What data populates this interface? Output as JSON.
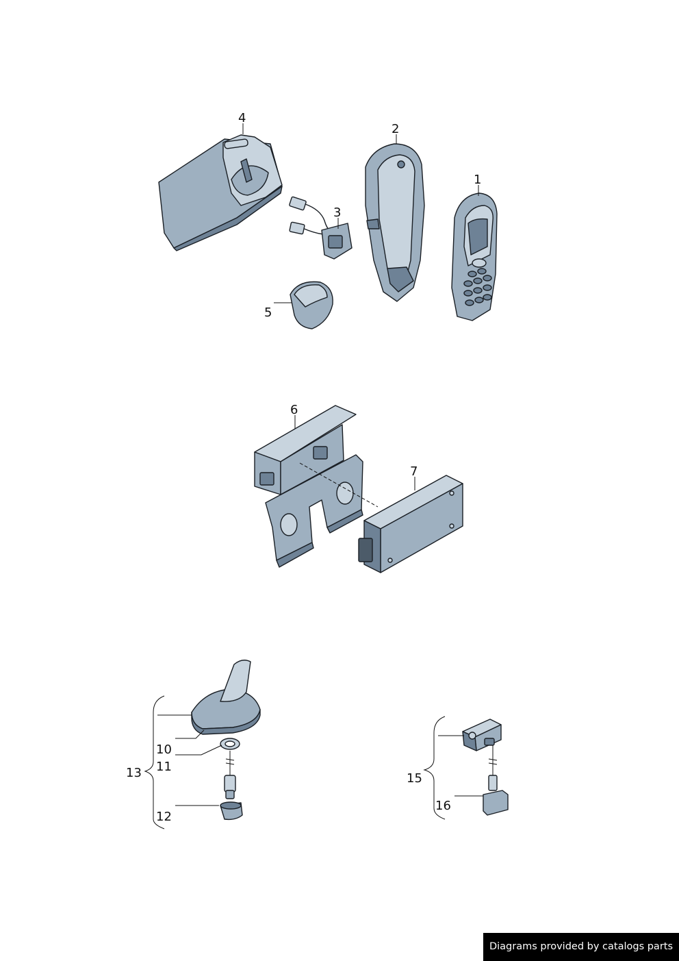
{
  "callouts": {
    "c1": "1",
    "c2": "2",
    "c3": "3",
    "c4": "4",
    "c5": "5",
    "c6": "6",
    "c7": "7",
    "c10": "10",
    "c11": "11",
    "c12": "12",
    "c13": "13",
    "c15": "15",
    "c16": "16"
  },
  "watermark": "Diagrams provided by catalogs parts",
  "parts": {
    "p1": "mobile-phone",
    "p2": "phone-cradle",
    "p3": "connector-cable",
    "p4": "mounting-base",
    "p5": "cover-cap",
    "p6": "mounting-bracket",
    "p7": "control-unit",
    "p10": "roof-antenna",
    "p11": "seal-ring",
    "p12": "antenna-nut",
    "p16": "antenna-module"
  },
  "colors": {
    "part_fill": "#9eb0c0",
    "part_light": "#c8d4de",
    "part_dark": "#6e8296",
    "outline": "#1a1f25"
  }
}
